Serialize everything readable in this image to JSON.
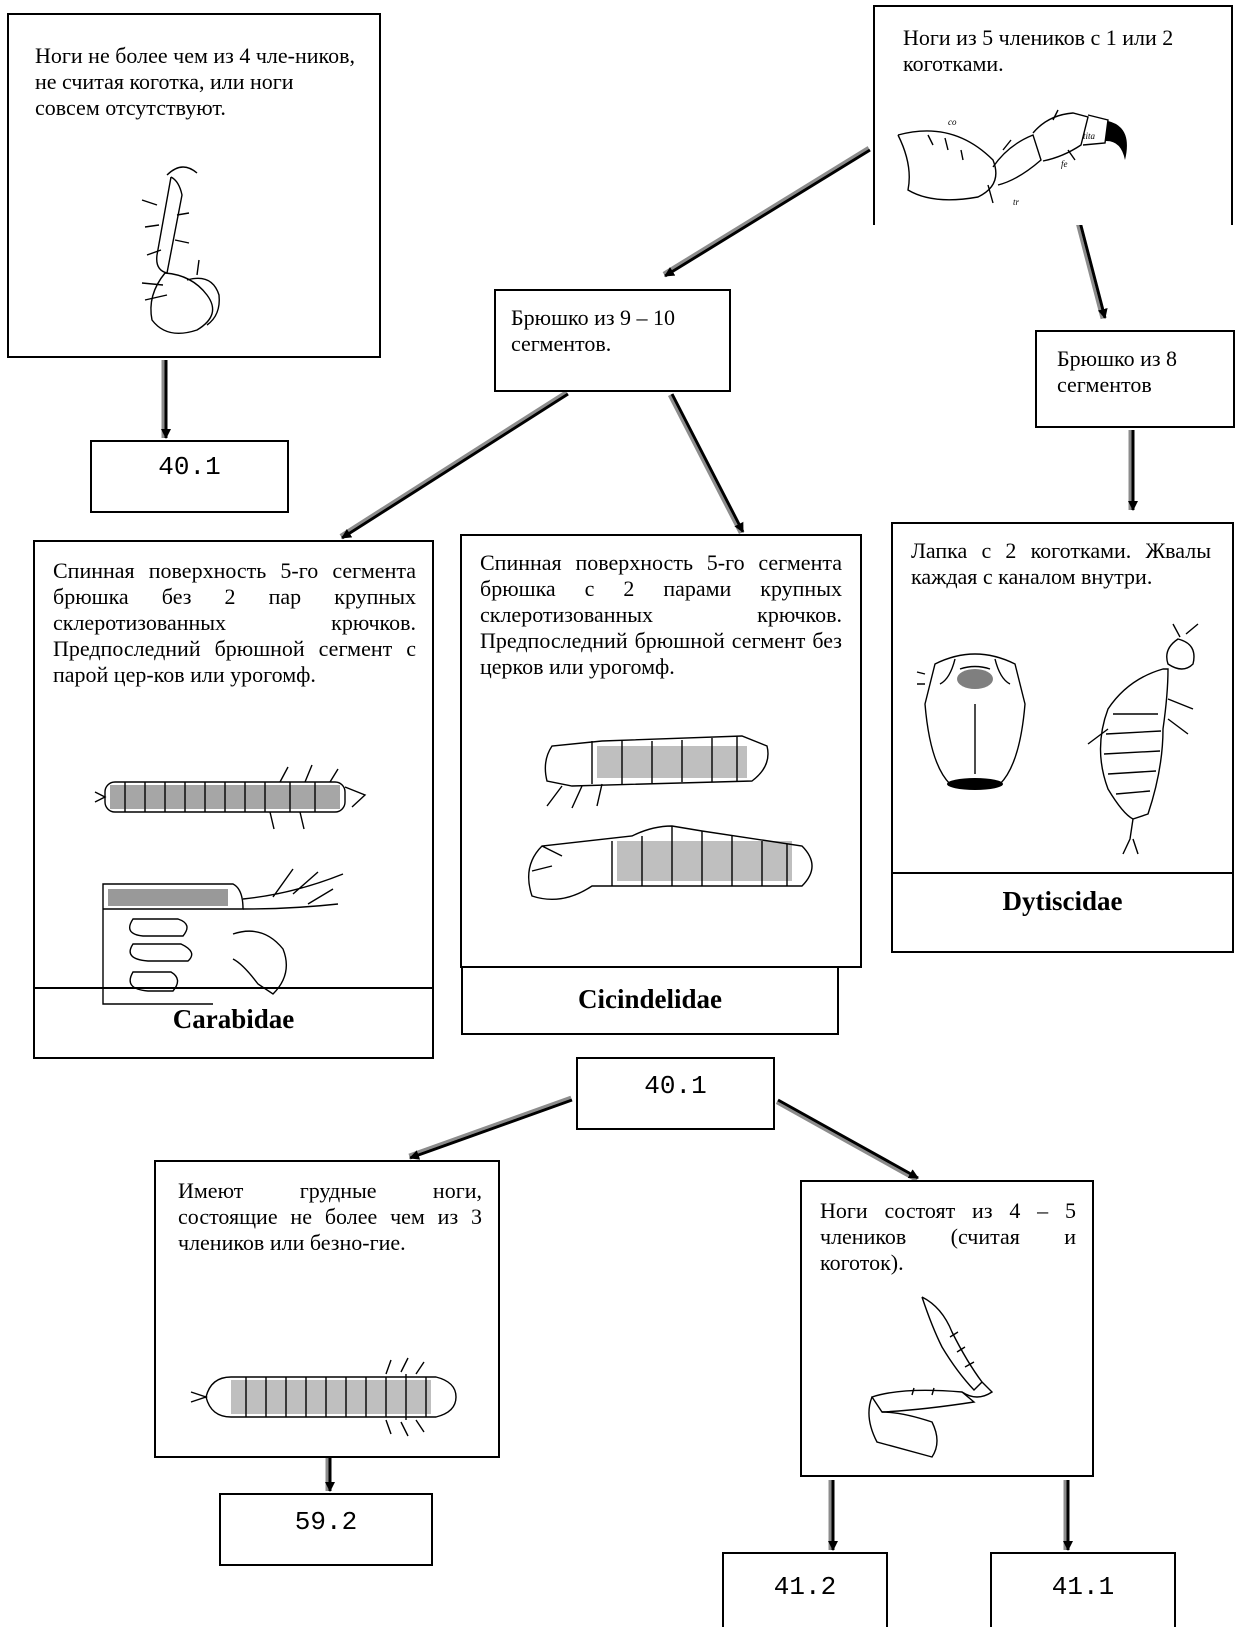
{
  "nodes": {
    "legs_4": "Ноги не более чем из 4 чле-ников, не считая коготка, или ноги совсем отсутствуют.",
    "legs_5": "Ноги из 5 члеников с 1 или 2 коготками.",
    "abd_9_10": "Брюшко из 9 – 10 сегментов.",
    "abd_8": "Брюшко из 8 сегментов",
    "ref_40_1_top": "40.1",
    "carabidae_text": "Спинная поверхность 5-го сегмента брюшка без 2 пар крупных склеротизованных крючков. Предпоследний брюшной сегмент с парой цер-ков или урогомф.",
    "carabidae_name": "Carabidae",
    "cicindelidae_text": "Спинная поверхность 5-го сегмента брюшка с 2 парами крупных склеротизованных крючков. Предпоследний брюшной сегмент без церков или урогомф.",
    "cicindelidae_name": "Cicindelidae",
    "dytiscidae_text": "Лапка с 2 коготками. Жвалы каждая с каналом внутри.",
    "dytiscidae_name": "Dytiscidae",
    "ref_40_1_mid": "40.1",
    "legs_3": "Имеют грудные ноги, состоящие не более чем из 3 члеников или безно-гие.",
    "ref_59_2": "59.2",
    "legs_4_5": "Ноги состоят из 4 – 5 члеников (считая и коготок).",
    "ref_41_2": "41.2",
    "ref_41_1": "41.1"
  },
  "leg_labels": [
    "co",
    "tita",
    "fe",
    "tr"
  ],
  "colors": {
    "line": "#000000",
    "shadow": "#8c8c8c"
  }
}
